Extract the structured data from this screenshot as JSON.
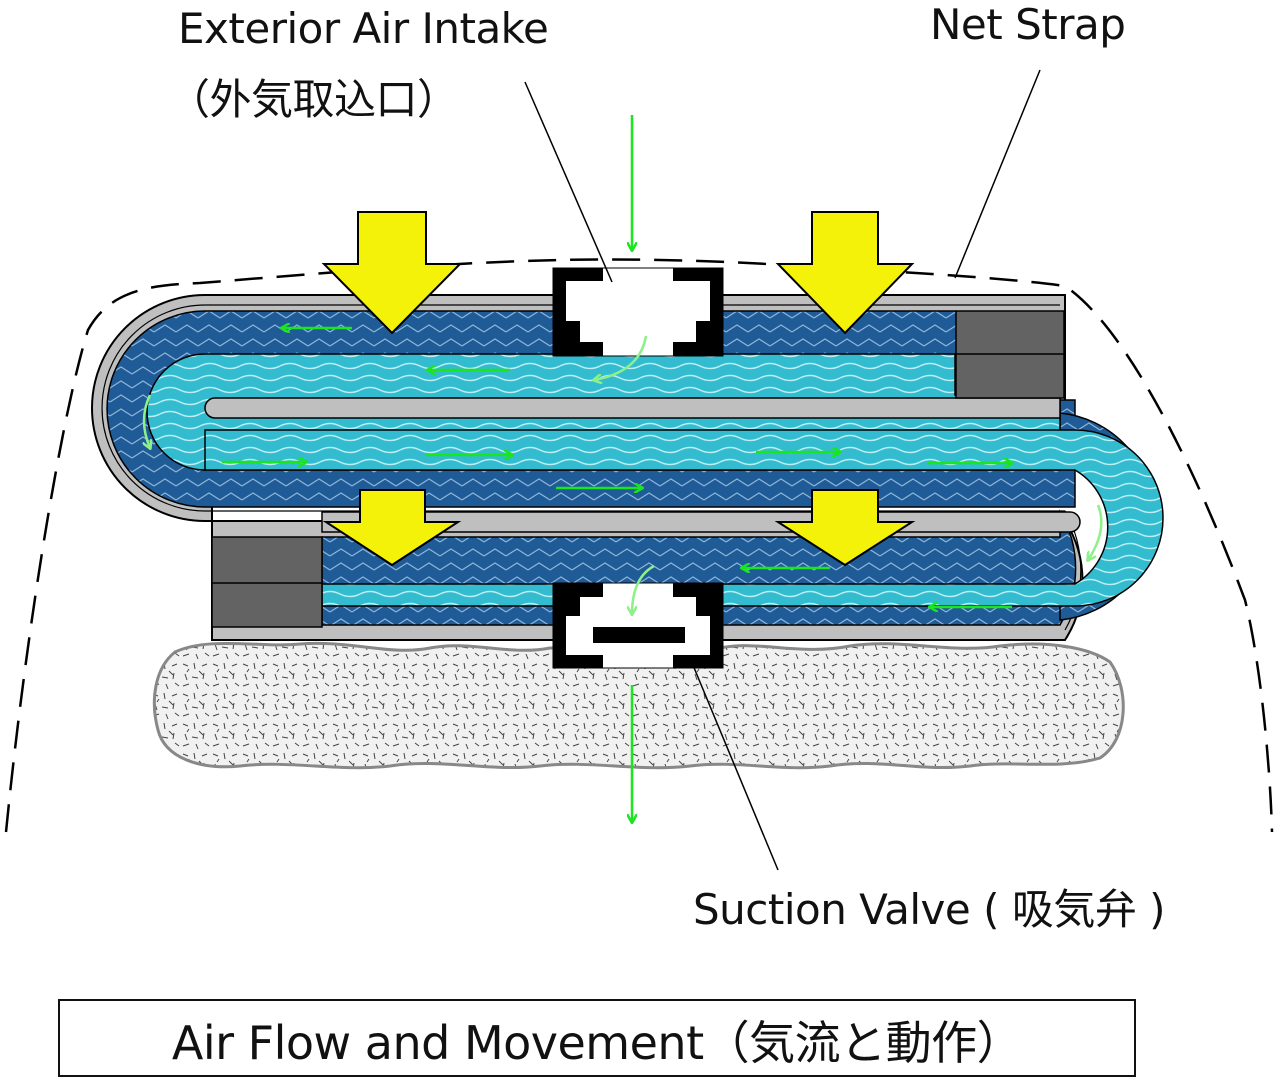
{
  "labels": {
    "exterior_intake_en": "Exterior Air Intake",
    "exterior_intake_jp": "（外気取込口）",
    "net_strap": "Net Strap",
    "suction_valve": "Suction Valve ( 吸気弁 )"
  },
  "caption": "Air Flow and Movement（気流と動作）",
  "colors": {
    "navy": "#1f5b96",
    "water": "#33bbcf",
    "shell": "#bfbfbf",
    "block": "#636363",
    "arrow_yellow": "#f5f20a",
    "flow_green": "#19e61e",
    "flow_green_light": "#8ef08a",
    "outline": "#000000",
    "foam": "#eaeaea"
  },
  "icons": [
    "compression-arrow",
    "airflow-arrow",
    "valve",
    "foam-pad"
  ]
}
